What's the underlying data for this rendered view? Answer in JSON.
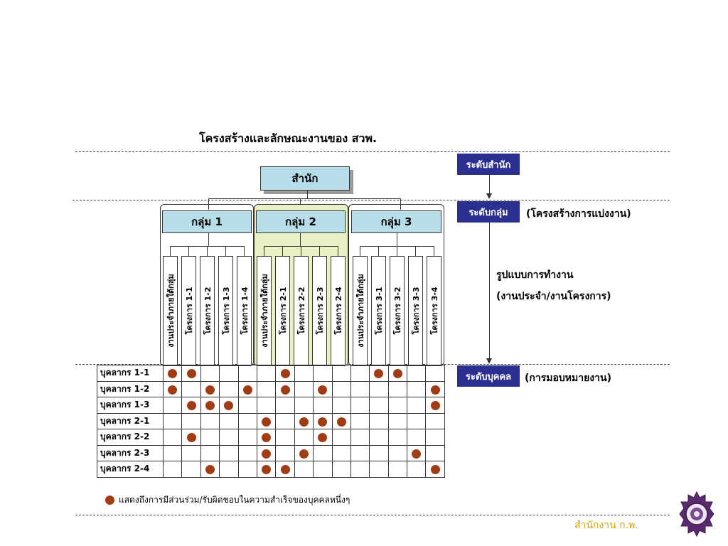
{
  "title": "โครงสร้างและลักษณะงานของ สวพ.",
  "office": "สำนัก",
  "groups": [
    {
      "label": "กลุ่ม 1",
      "columns": [
        "งานประจำภายใต้กลุ่ม",
        "โครงการ 1-1",
        "โครงการ 1-2",
        "โครงการ 1-3",
        "โครงการ 1-4"
      ]
    },
    {
      "label": "กลุ่ม 2",
      "columns": [
        "งานประจำภายใต้กลุ่ม",
        "โครงการ 2-1",
        "โครงการ 2-2",
        "โครงการ 2-3",
        "โครงการ 2-4"
      ]
    },
    {
      "label": "กลุ่ม 3",
      "columns": [
        "งานประจำภายใต้กลุ่ม",
        "โครงการ 3-1",
        "โครงการ 3-2",
        "โครงการ 3-3",
        "โครงการ 3-4"
      ]
    }
  ],
  "matrix": {
    "rows": [
      {
        "label": "บุคลากร 1-1",
        "cells": [
          1,
          1,
          0,
          0,
          0,
          0,
          1,
          0,
          0,
          0,
          0,
          1,
          1,
          0,
          0
        ]
      },
      {
        "label": "บุคลากร 1-2",
        "cells": [
          1,
          0,
          1,
          0,
          1,
          0,
          1,
          0,
          1,
          0,
          0,
          0,
          0,
          0,
          1
        ]
      },
      {
        "label": "บุคลากร 1-3",
        "cells": [
          0,
          1,
          1,
          1,
          0,
          0,
          0,
          0,
          0,
          0,
          0,
          0,
          0,
          0,
          1
        ]
      },
      {
        "label": "บุคลากร 2-1",
        "cells": [
          0,
          0,
          0,
          0,
          0,
          1,
          0,
          1,
          1,
          1,
          0,
          0,
          0,
          0,
          0
        ]
      },
      {
        "label": "บุคลากร 2-2",
        "cells": [
          0,
          1,
          0,
          0,
          0,
          1,
          0,
          0,
          1,
          0,
          0,
          0,
          0,
          0,
          0
        ]
      },
      {
        "label": "บุคลากร 2-3",
        "cells": [
          0,
          0,
          0,
          0,
          0,
          1,
          0,
          1,
          0,
          0,
          0,
          0,
          0,
          1,
          0
        ]
      },
      {
        "label": "บุคลากร 2-4",
        "cells": [
          0,
          0,
          1,
          0,
          0,
          1,
          1,
          0,
          0,
          0,
          0,
          0,
          0,
          0,
          1
        ]
      }
    ]
  },
  "levels": {
    "office": "ระดับสำนัก",
    "group": "ระดับกลุ่ม",
    "group_note": "(โครงสร้างการแบ่งงาน)",
    "work_style_line1": "รูปแบบการทำงาน",
    "work_style_line2": "(งานประจำ/งานโครงการ)",
    "individual": "ระดับบุคคล",
    "individual_note": "(การมอบหมายงาน)"
  },
  "legend": "แสดงถึงการมีส่วนร่วม/รับผิดชอบในความสำเร็จของบุคคลหนึ่งๆ",
  "footer": "สำนักงาน ก.พ.",
  "colors": {
    "header_box": "#b7dde8",
    "group2_highlight": "#eaefc4",
    "dot": "#a23c15",
    "level_tag": "#2b2f8f",
    "footer_text": "#d6a400"
  }
}
